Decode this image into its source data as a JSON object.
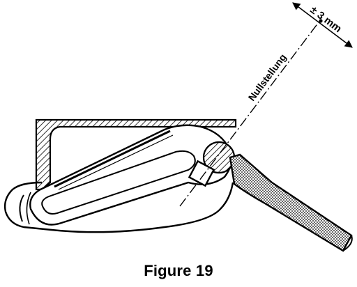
{
  "labels": {
    "adjustment_range": "± 3 mm",
    "zero_position": "Nullstellung"
  },
  "caption": "Figure 19",
  "colors": {
    "ink": "#000000",
    "paper": "#ffffff"
  }
}
